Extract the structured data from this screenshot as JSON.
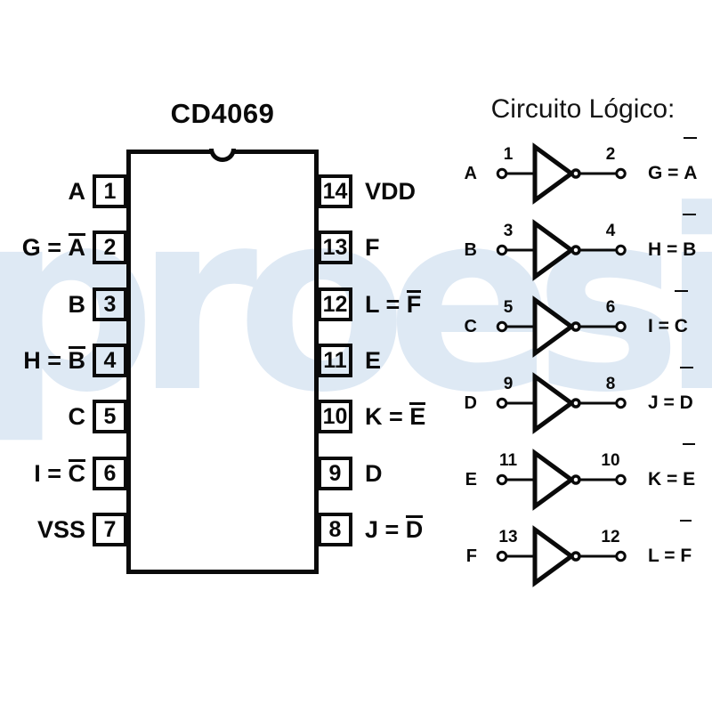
{
  "colors": {
    "ink": "#0a0a0a",
    "watermark": "#dde8f4"
  },
  "watermark": {
    "text": "proesi"
  },
  "ic": {
    "title": "CD4069",
    "left_pins": [
      {
        "number": "1",
        "prefix": "A",
        "overline": ""
      },
      {
        "number": "2",
        "prefix": "G = ",
        "overline": "A"
      },
      {
        "number": "3",
        "prefix": "B",
        "overline": ""
      },
      {
        "number": "4",
        "prefix": "H = ",
        "overline": "B"
      },
      {
        "number": "5",
        "prefix": "C",
        "overline": ""
      },
      {
        "number": "6",
        "prefix": "I = ",
        "overline": "C"
      },
      {
        "number": "7",
        "prefix": "VSS",
        "overline": ""
      }
    ],
    "right_pins": [
      {
        "number": "14",
        "prefix": "VDD",
        "overline": ""
      },
      {
        "number": "13",
        "prefix": "F",
        "overline": ""
      },
      {
        "number": "12",
        "prefix": "L = ",
        "overline": "F"
      },
      {
        "number": "11",
        "prefix": "E",
        "overline": ""
      },
      {
        "number": "10",
        "prefix": "K = ",
        "overline": "E"
      },
      {
        "number": "9",
        "prefix": "D",
        "overline": ""
      },
      {
        "number": "8",
        "prefix": "J = ",
        "overline": "D"
      }
    ]
  },
  "logic": {
    "title": "Circuito Lógico:",
    "gates": [
      {
        "input": "A",
        "in_pin": "1",
        "out_pin": "2",
        "out_prefix": "G = ",
        "out_overline": "A"
      },
      {
        "input": "B",
        "in_pin": "3",
        "out_pin": "4",
        "out_prefix": "H = ",
        "out_overline": "B"
      },
      {
        "input": "C",
        "in_pin": "5",
        "out_pin": "6",
        "out_prefix": "I = ",
        "out_overline": "C"
      },
      {
        "input": "D",
        "in_pin": "9",
        "out_pin": "8",
        "out_prefix": "J = ",
        "out_overline": "D"
      },
      {
        "input": "E",
        "in_pin": "11",
        "out_pin": "10",
        "out_prefix": "K = ",
        "out_overline": "E"
      },
      {
        "input": "F",
        "in_pin": "13",
        "out_pin": "12",
        "out_prefix": "L = ",
        "out_overline": "F"
      }
    ]
  }
}
